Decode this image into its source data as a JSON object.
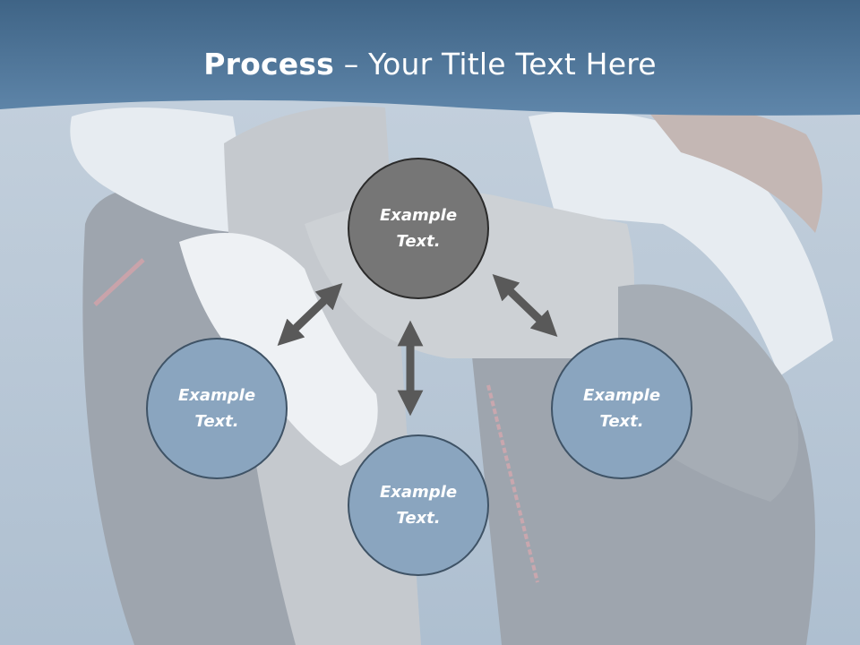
{
  "slide": {
    "title_bold": "Process",
    "title_rest": " – Your Title Text Here"
  },
  "nodes": {
    "center": {
      "line1": "Example",
      "line2": "Text."
    },
    "left": {
      "line1": "Example",
      "line2": "Text."
    },
    "bottom": {
      "line1": "Example",
      "line2": "Text."
    },
    "right": {
      "line1": "Example",
      "line2": "Text."
    }
  },
  "colors": {
    "banner": "#4f7395",
    "center_node": "#767676",
    "outer_node": "#8aa5bf",
    "arrow": "#595959"
  }
}
